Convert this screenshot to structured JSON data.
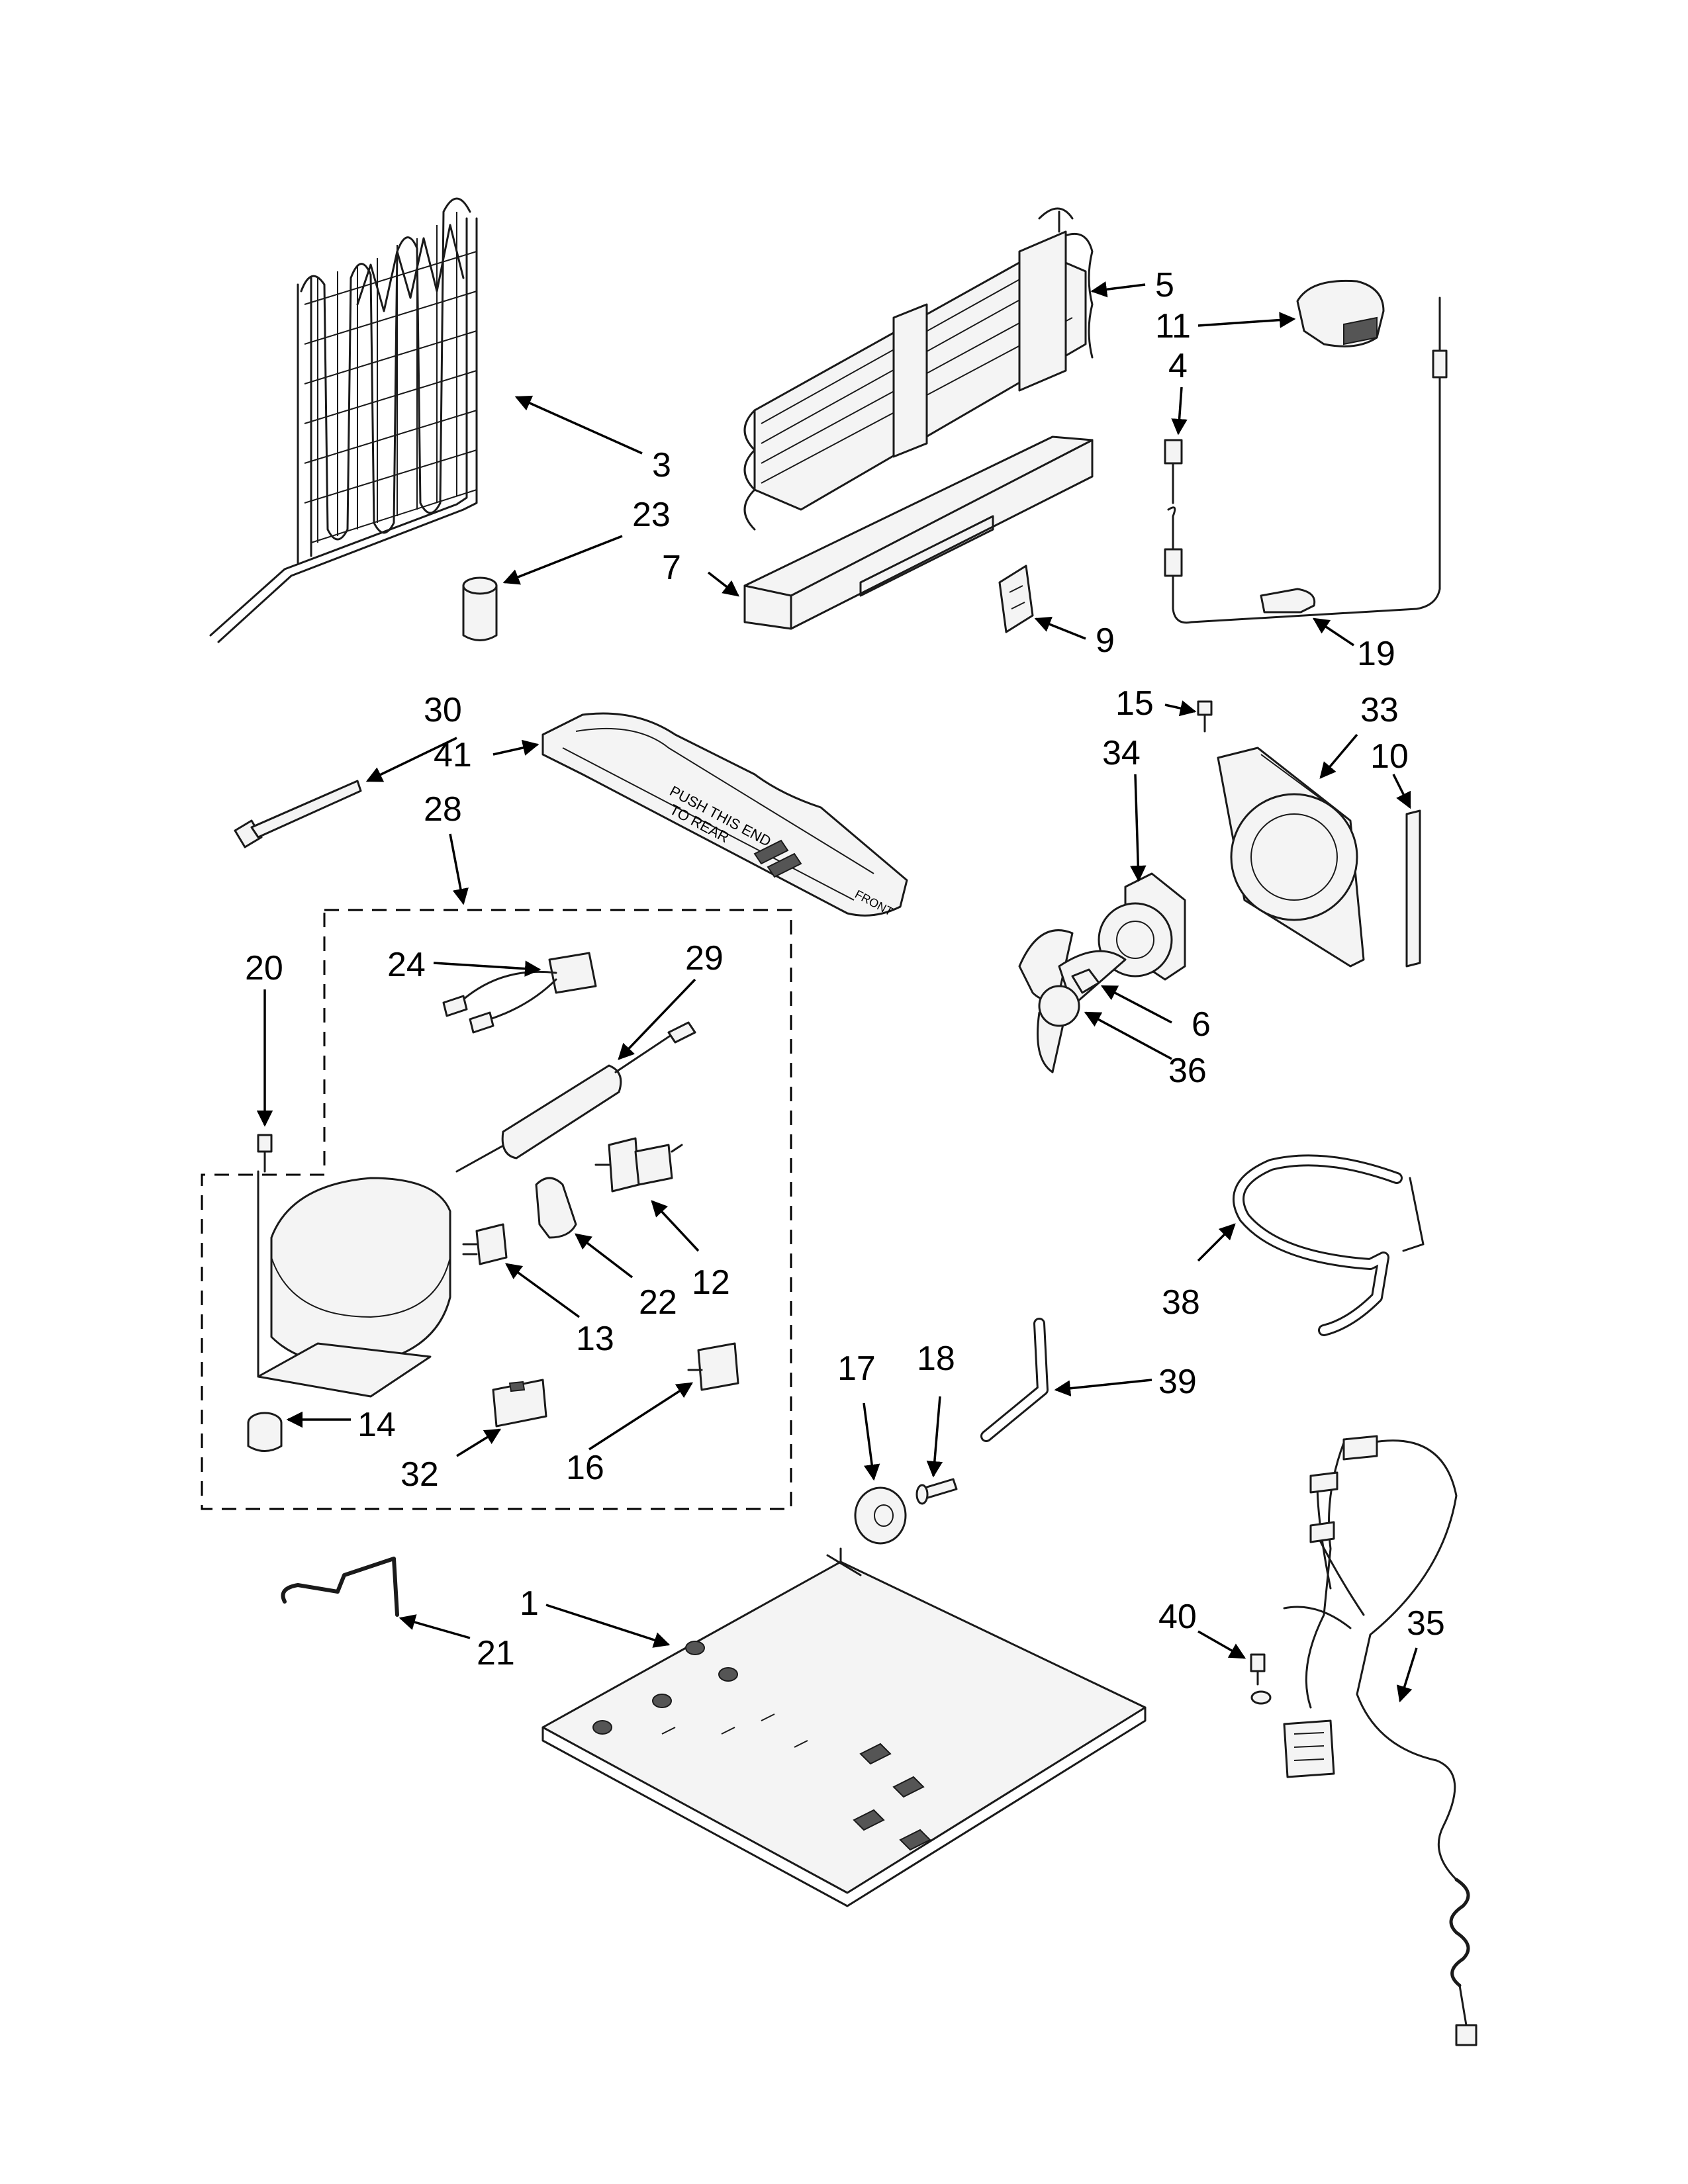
{
  "callouts": [
    {
      "id": "3",
      "label": "3"
    },
    {
      "id": "23",
      "label": "23"
    },
    {
      "id": "5",
      "label": "5"
    },
    {
      "id": "11",
      "label": "11"
    },
    {
      "id": "4",
      "label": "4"
    },
    {
      "id": "7",
      "label": "7"
    },
    {
      "id": "9",
      "label": "9"
    },
    {
      "id": "19",
      "label": "19"
    },
    {
      "id": "15",
      "label": "15"
    },
    {
      "id": "33",
      "label": "33"
    },
    {
      "id": "30",
      "label": "30"
    },
    {
      "id": "41",
      "label": "41"
    },
    {
      "id": "34",
      "label": "34"
    },
    {
      "id": "10",
      "label": "10"
    },
    {
      "id": "28",
      "label": "28"
    },
    {
      "id": "20",
      "label": "20"
    },
    {
      "id": "24",
      "label": "24"
    },
    {
      "id": "29",
      "label": "29"
    },
    {
      "id": "6",
      "label": "6"
    },
    {
      "id": "36",
      "label": "36"
    },
    {
      "id": "22",
      "label": "22"
    },
    {
      "id": "12",
      "label": "12"
    },
    {
      "id": "13",
      "label": "13"
    },
    {
      "id": "38",
      "label": "38"
    },
    {
      "id": "14",
      "label": "14"
    },
    {
      "id": "17",
      "label": "17"
    },
    {
      "id": "18",
      "label": "18"
    },
    {
      "id": "39",
      "label": "39"
    },
    {
      "id": "32",
      "label": "32"
    },
    {
      "id": "16",
      "label": "16"
    },
    {
      "id": "1",
      "label": "1"
    },
    {
      "id": "21",
      "label": "21"
    },
    {
      "id": "40",
      "label": "40"
    },
    {
      "id": "35",
      "label": "35"
    }
  ],
  "tray_text": {
    "line1": "PUSH THIS END",
    "line2": "TO REAR",
    "front": "FRONT"
  }
}
